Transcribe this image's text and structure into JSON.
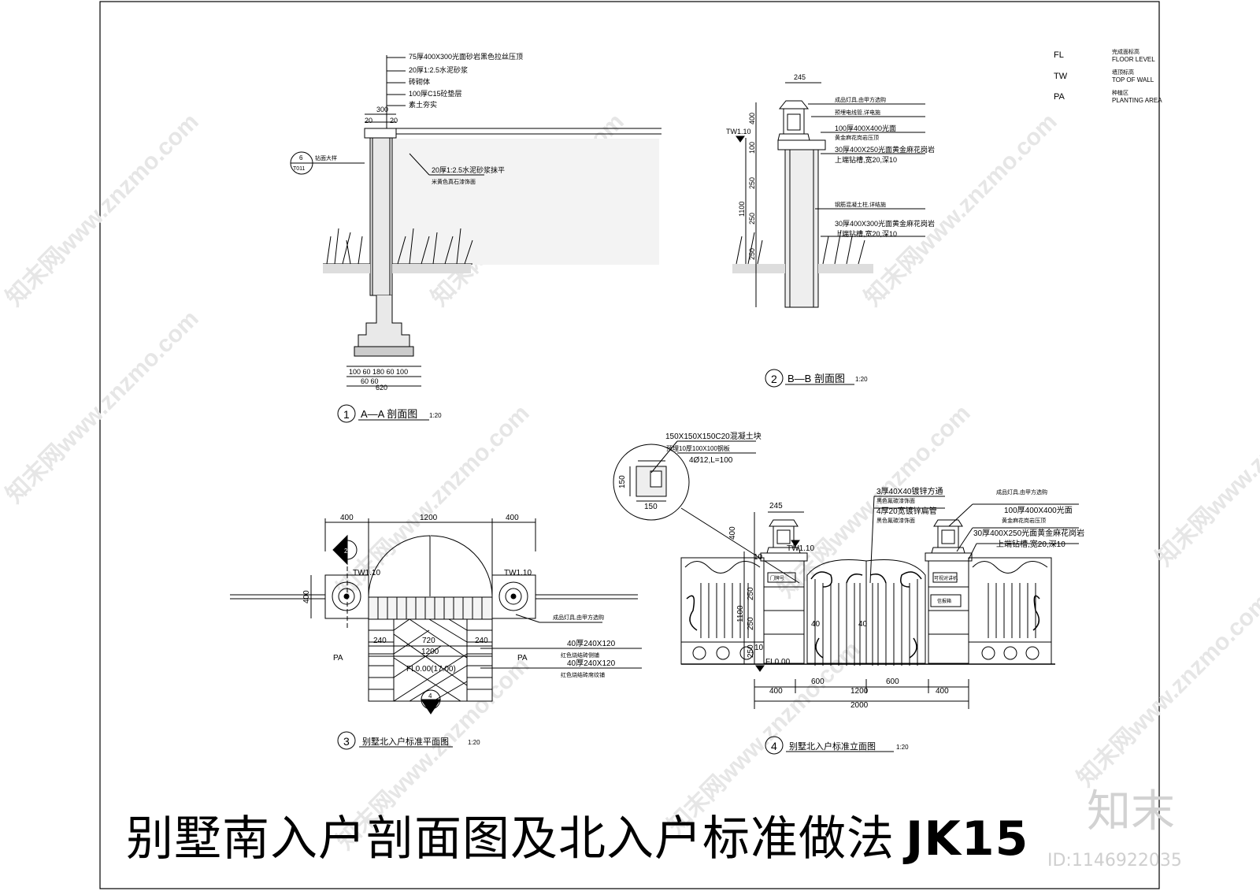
{
  "legend": [
    {
      "code": "FL",
      "cn": "完成面标高",
      "en": "FLOOR LEVEL"
    },
    {
      "code": "TW",
      "cn": "墙顶标高",
      "en": "TOP OF WALL"
    },
    {
      "code": "PA",
      "cn": "种植区",
      "en": "PLANTING AREA"
    }
  ],
  "section_aa": {
    "number": "1",
    "title": "A—A 剖面图",
    "scale": "1:20",
    "notes": [
      "75厚400X300光面砂岩黑色拉丝压顶",
      "20厚1:2.5水泥砂浆",
      "砖砌体",
      "100厚C15砼垫层",
      "素土夯实"
    ],
    "note_inner": "20厚1:2.5水泥砂浆抹平",
    "note_inner2": "米黄色真石漆饰面",
    "ref_top": "6",
    "ref_bottom": "T011",
    "ref_note": "钻面大样",
    "dim_top": "300",
    "dim_20a": "20",
    "dim_20b": "20",
    "dim_row1": "100 60 180 60 100",
    "dim_row2": "60   60",
    "dim_total": "620"
  },
  "section_bb": {
    "number": "2",
    "title": "B—B 剖面图",
    "scale": "1:20",
    "dim_top": "245",
    "level": "TW1.10",
    "dims_v": [
      "400",
      "100",
      "250",
      "250",
      "250",
      "1100"
    ],
    "notes": [
      "成品灯具,由甲方选购",
      "预埋电线管,详电施",
      "100厚400X400光面",
      "黄金麻花岗岩压顶",
      "30厚400X250光面黄金麻花岗岩",
      "上端钻槽,宽20,深10",
      "钢筋混凝土柱,详结施",
      "30厚400X300光面黄金麻花岗岩",
      "上端钻槽,宽20,深10"
    ]
  },
  "plan": {
    "number": "3",
    "title": "别墅北入户标准平面图",
    "scale": "1:20",
    "dims_top": [
      "400",
      "1200",
      "400"
    ],
    "dim_left": "400",
    "tw_left": "TW1.10",
    "tw_right": "TW1.10",
    "pa_left": "PA",
    "pa_right": "PA",
    "dims_mid": [
      "240",
      "720",
      "240"
    ],
    "dim_1200": "1200",
    "floor": "FL0.00(17.00)",
    "lamp_note": "成品灯具,由甲方选购",
    "note1": "40厚240X120",
    "note1b": "红色烧结砖侧铺",
    "note2": "40厚240X120",
    "note2b": "红色烧结砖席纹铺",
    "sec_mark_left": "2",
    "sec_mark_bottom": "4"
  },
  "elevation": {
    "number": "4",
    "title": "别墅北入户标准立面图",
    "scale": "1:20",
    "detail_note1": "150X150X150C20混凝土块",
    "detail_note2": "预埋10厚100X100钢板",
    "detail_note3": "4Ø12,L=100",
    "detail_150v": "150",
    "detail_150h": "150",
    "dim_top": "245",
    "dims_v": [
      "400",
      "10",
      "250",
      "1100",
      "250",
      "250",
      "10"
    ],
    "level_tw": "TW1.10",
    "level_fl": "FL0.00",
    "door_label": "门牌号",
    "intercom": "可视对讲机",
    "mailbox": "信报箱",
    "gate_40a": "40",
    "gate_40b": "40",
    "notes": [
      "3厚40X40镀锌方通",
      "黑色氟碳漆饰面",
      "4厚20宽镀锌扁管",
      "黑色氟碳漆饰面",
      "成品灯具,由甲方选购",
      "100厚400X400光面",
      "黄金麻花岗岩压顶",
      "30厚400X250光面黄金麻花岗岩",
      "上端钻槽,宽20,深10"
    ],
    "dims_bottom": [
      "400",
      "600",
      "600",
      "400"
    ],
    "dim_1200": "1200",
    "dim_2000": "2000"
  },
  "sheet_title": "别墅南入户剖面图及北入户标准做法",
  "sheet_code": "JK15",
  "watermark": "znzmo.com",
  "watermark_cn": "知末网www.znzmo.com",
  "logo": "知末",
  "id_text": "ID:1146922035"
}
